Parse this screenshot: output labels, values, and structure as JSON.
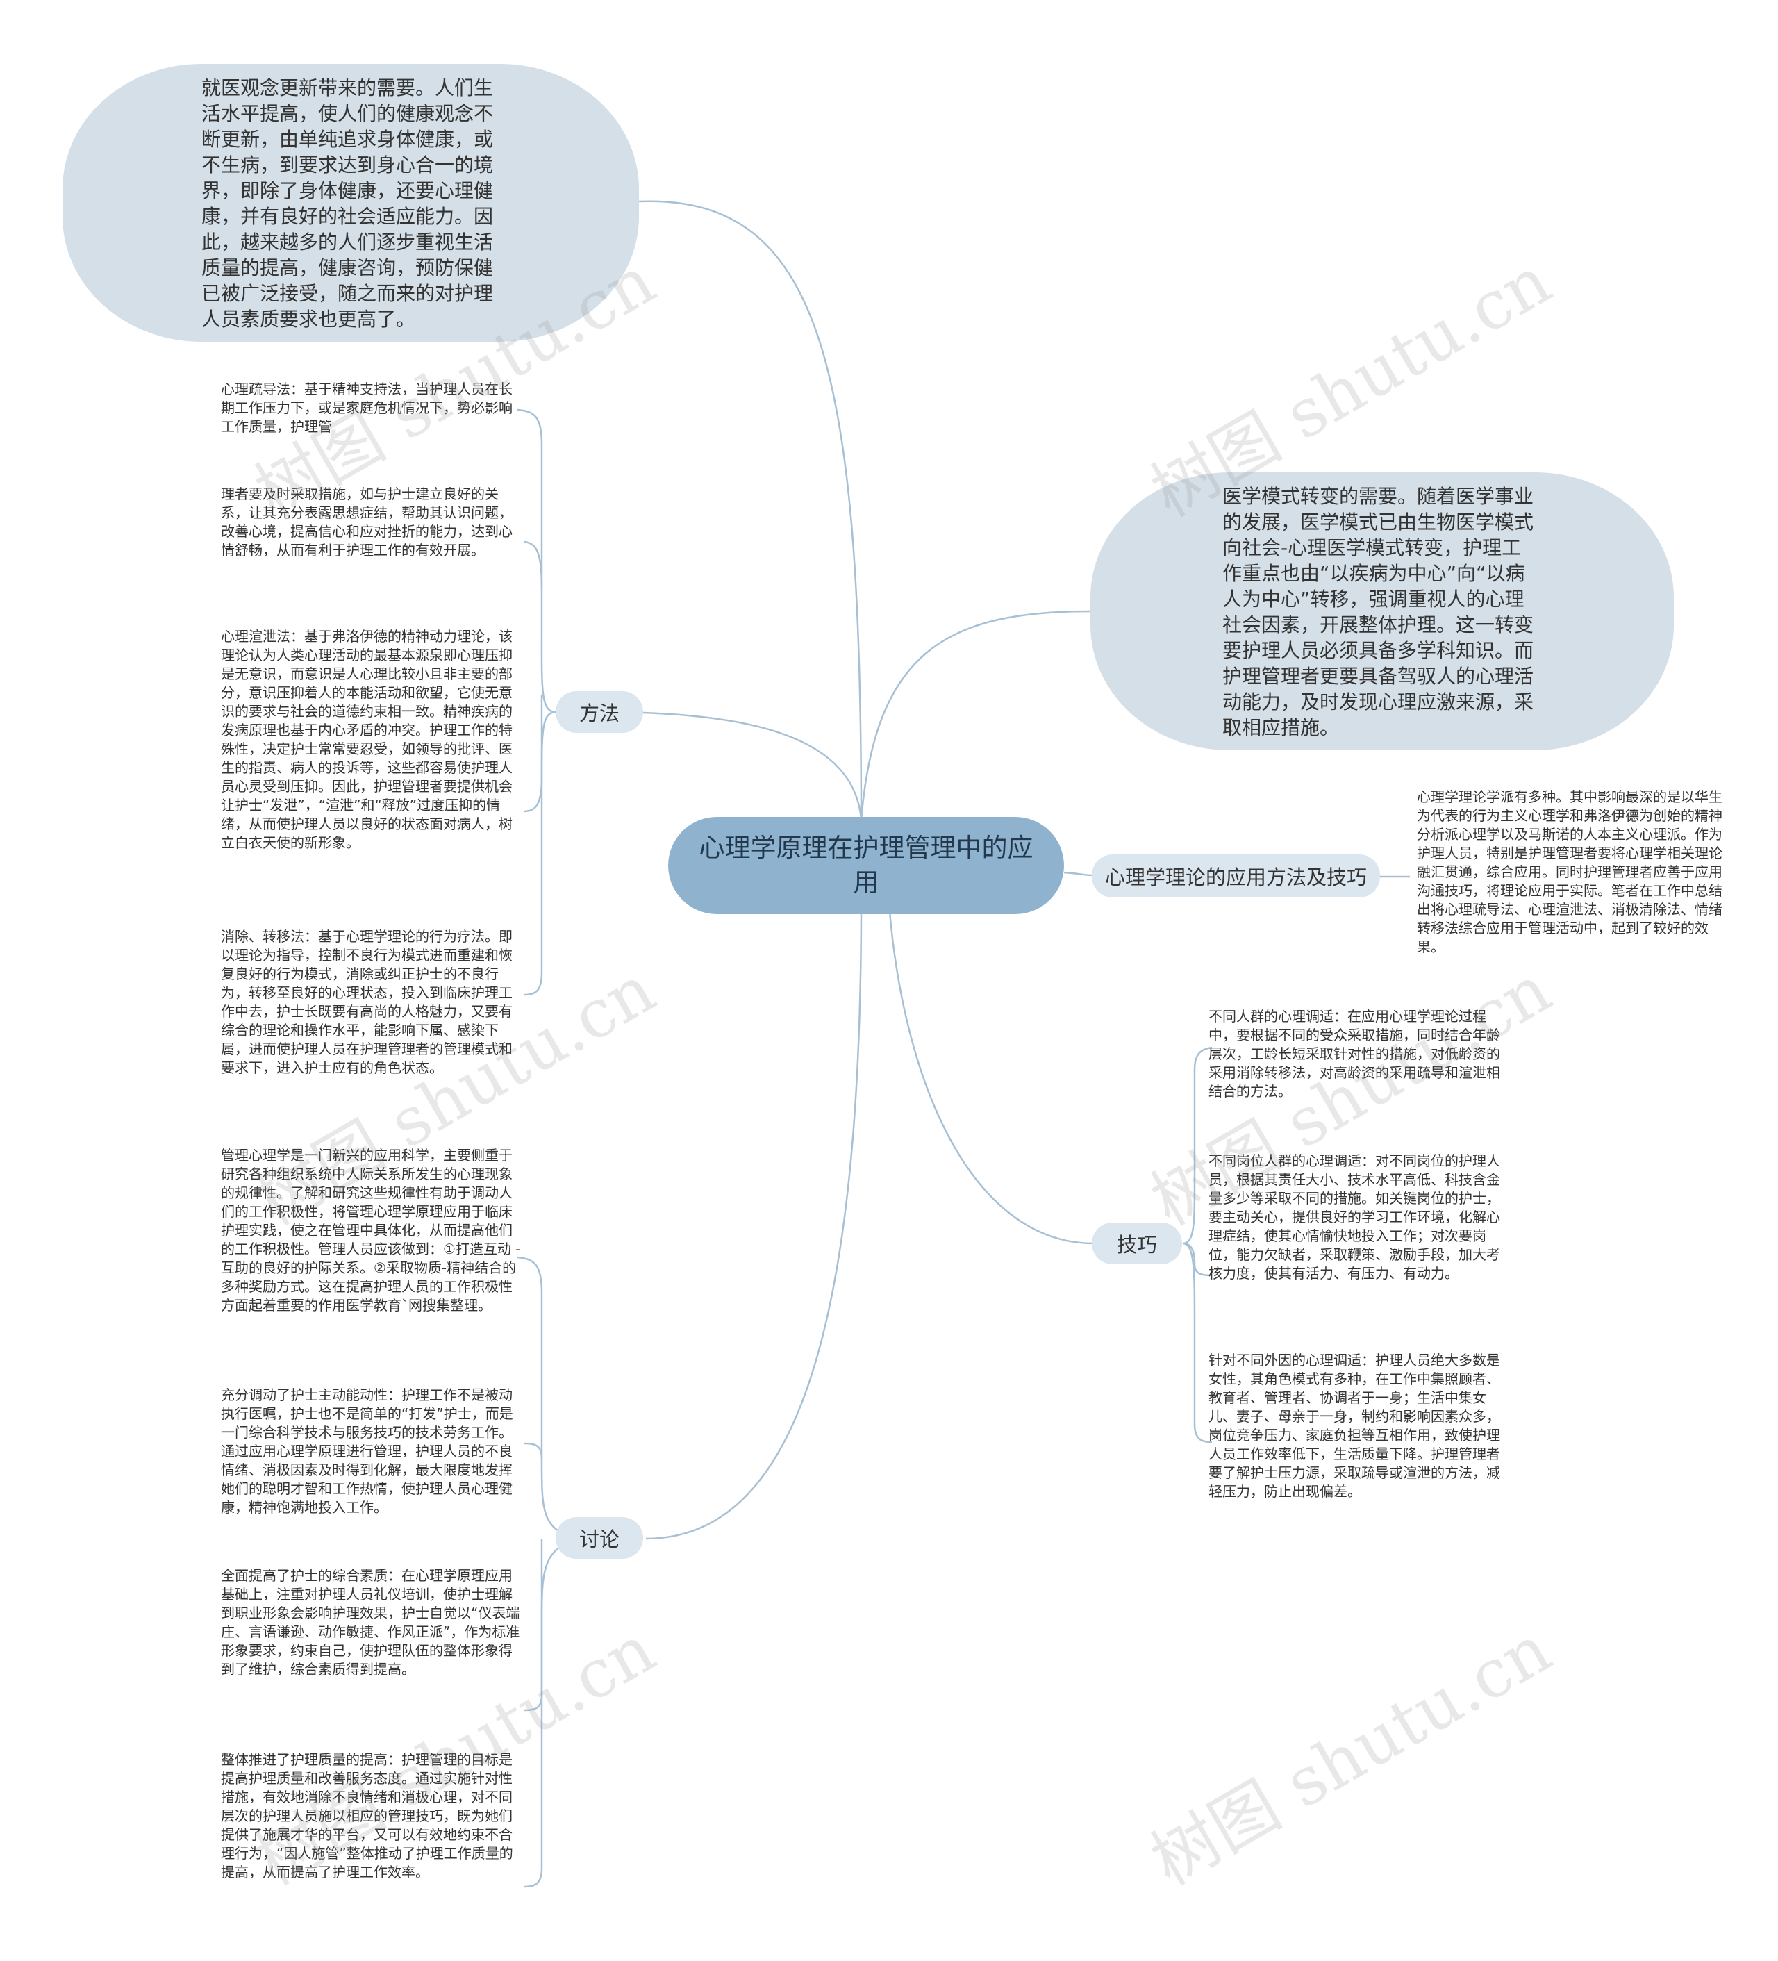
{
  "center": "心理学原理在护理管理中的应用",
  "top_left_bubble": "就医观念更新带来的需要。人们生活水平提高，使人们的健康观念不断更新，由单纯追求身体健康，或不生病，到要求达到身心合一的境界，即除了身体健康，还要心理健康，并有良好的社会适应能力。因此，越来越多的人们逐步重视生活质量的提高，健康咨询，预防保健已被广泛接受，随之而来的对护理人员素质要求也更高了。",
  "right_bubble": "医学模式转变的需要。随着医学事业的发展，医学模式已由生物医学模式向社会-心理医学模式转变，护理工作重点也由“以疾病为中心”向“以病人为中心”转移，强调重视人的心理社会因素，开展整体护理。这一转变要护理人员必须具备多学科知识。而护理管理者更要具备驾驭人的心理活动能力，及时发现心理应激来源，采取相应措施。",
  "methods": {
    "label": "方法",
    "items": [
      "心理疏导法：基于精神支持法，当护理人员在长期工作压力下，或是家庭危机情况下，势必影响工作质量，护理管",
      "理者要及时采取措施，如与护士建立良好的关系，让其充分表露思想症结，帮助其认识问题，改善心境，提高信心和应对挫折的能力，达到心情舒畅，从而有利于护理工作的有效开展。",
      "心理渲泄法：基于弗洛伊德的精神动力理论，该理论认为人类心理活动的最基本源泉即心理压抑是无意识，而意识是人心理比较小且非主要的部分，意识压抑着人的本能活动和欲望，它使无意识的要求与社会的道德约束相一致。精神疾病的发病原理也基于内心矛盾的冲突。护理工作的特殊性，决定护士常常要忍受，如领导的批评、医生的指责、病人的投诉等，这些都容易使护理人员心灵受到压抑。因此，护理管理者要提供机会让护士“发泄”，“渲泄”和“释放”过度压抑的情绪，从而使护理人员以良好的状态面对病人，树立白衣天使的新形象。",
      "消除、转移法：基于心理学理论的行为疗法。即以理论为指导，控制不良行为模式进而重建和恢复良好的行为模式，消除或纠正护士的不良行为，转移至良好的心理状态，投入到临床护理工作中去，护士长既要有高尚的人格魅力，又要有综合的理论和操作水平，能影响下属、感染下属，进而使护理人员在护理管理者的管理模式和要求下，进入护士应有的角色状态。"
    ]
  },
  "discussion": {
    "label": "讨论",
    "items": [
      "管理心理学是一门新兴的应用科学，主要侧重于研究各种组织系统中人际关系所发生的心理现象的规律性。了解和研究这些规律性有助于调动人们的工作积极性，将管理心理学原理应用于临床护理实践，使之在管理中具体化，从而提高他们的工作积极性。管理人员应该做到：①打造互动 - 互助的良好的护际关系。②采取物质-精神结合的多种奖励方式。这在提高护理人员的工作积极性方面起着重要的作用医学教育`网搜集整理。",
      "充分调动了护士主动能动性：护理工作不是被动执行医嘱，护士也不是简单的“打发”护士，而是一门综合科学技术与服务技巧的技术劳务工作。通过应用心理学原理进行管理，护理人员的不良情绪、消极因素及时得到化解，最大限度地发挥她们的聪明才智和工作热情，使护理人员心理健康，精神饱满地投入工作。",
      "全面提高了护士的综合素质：在心理学原理应用基础上，注重对护理人员礼仪培训，使护士理解到职业形象会影响护理效果，护士自觉以“仪表端庄、言语谦逊、动作敏捷、作风正派”，作为标准形象要求，约束自己，使护理队伍的整体形象得到了维护，综合素质得到提高。",
      "整体推进了护理质量的提高：护理管理的目标是提高护理质量和改善服务态度。通过实施针对性措施，有效地消除不良情绪和消极心理，对不同层次的护理人员施以相应的管理技巧，既为她们提供了施展才华的平台，又可以有效地约束不合理行为，“因人施管”整体推动了护理工作质量的提高，从而提高了护理工作效率。"
    ]
  },
  "application": {
    "label": "心理学理论的应用方法及技巧",
    "text": "心理学理论学派有多种。其中影响最深的是以华生为代表的行为主义心理学和弗洛伊德为创始的精神分析派心理学以及马斯诺的人本主义心理派。作为护理人员，特别是护理管理者要将心理学相关理论融汇贯通，综合应用。同时护理管理者应善于应用沟通技巧，将理论应用于实际。笔者在工作中总结出将心理疏导法、心理渲泄法、消极清除法、情绪转移法综合应用于管理活动中，起到了较好的效果。"
  },
  "skills": {
    "label": "技巧",
    "items": [
      "不同人群的心理调适：在应用心理学理论过程中，要根据不同的受众采取措施，同时结合年龄层次，工龄长短采取针对性的措施，对低龄资的采用消除转移法，对高龄资的采用疏导和渲泄相结合的方法。",
      "不同岗位人群的心理调适：对不同岗位的护理人员，根据其责任大小、技术水平高低、科技含金量多少等采取不同的措施。如关键岗位的护士，要主动关心，提供良好的学习工作环境，化解心理症结，使其心情愉快地投入工作；对次要岗位，能力欠缺者，采取鞭策、激励手段，加大考核力度，使其有活力、有压力、有动力。",
      "针对不同外因的心理调适：护理人员绝大多数是女性，其角色模式有多种，在工作中集照顾者、教育者、管理者、协调者于一身；生活中集女儿、妻子、母亲于一身，制约和影响因素众多，岗位竞争压力、家庭负担等互相作用，致使护理人员工作效率低下，生活质量下降。护理管理者要了解护士压力源，采取疏导或渲泄的方法，减轻压力，防止出现偏差。"
    ]
  },
  "watermark": "树图 shutu.cn",
  "colors": {
    "root": "#8fb3cf",
    "branch": "#dce6ee",
    "bubble": "#d4dfe7",
    "line": "#a7c0d4"
  }
}
